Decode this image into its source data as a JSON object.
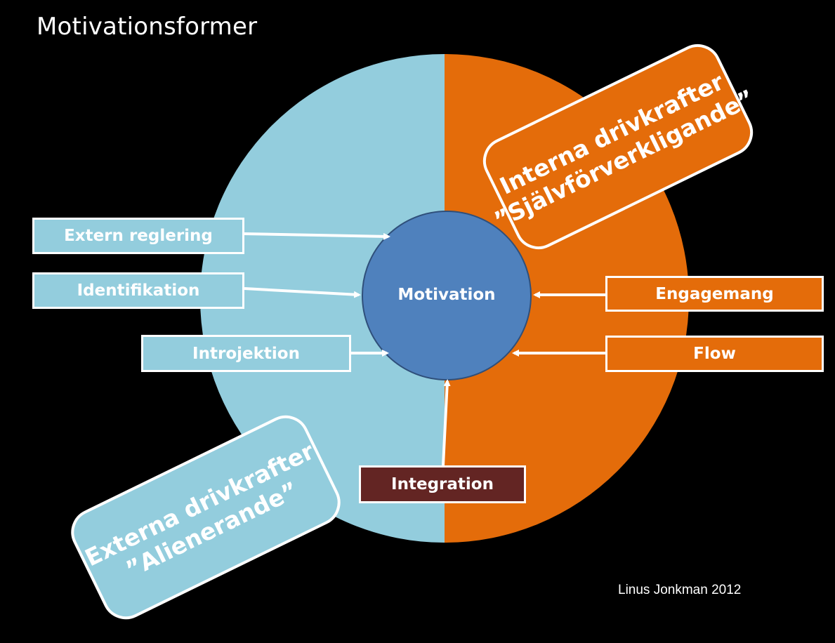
{
  "title": "Motivationsformer",
  "center": {
    "label": "Motivation"
  },
  "external_factors": [
    "Extern reglering",
    "Identifikation",
    "Introjektion"
  ],
  "internal_factors": [
    "Engagemang",
    "Flow"
  ],
  "integration": {
    "label": "Integration"
  },
  "callout_external": {
    "line1": "Externa drivkrafter",
    "line2": "”Alienerande”"
  },
  "callout_internal": {
    "line1": "Interna drivkrafter",
    "line2": "”Självförverkligande”"
  },
  "credit": "Linus Jonkman 2012",
  "colors": {
    "external": "#93cddd",
    "internal": "#e46c0a",
    "center": "#4f81bd",
    "integration": "#632523",
    "background": "#000000"
  }
}
